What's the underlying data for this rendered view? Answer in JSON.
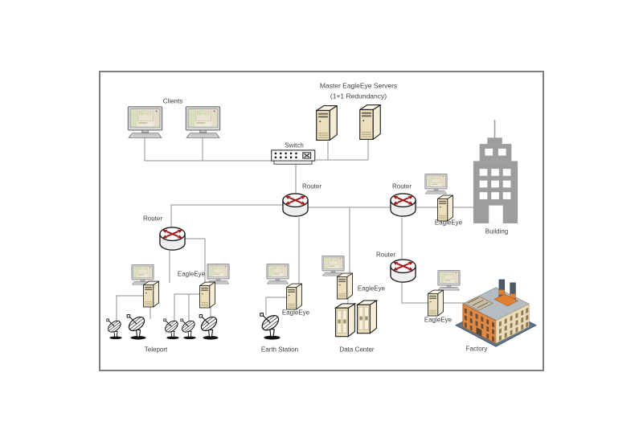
{
  "title": {
    "line1": "Master EagleEye Servers",
    "line2": "(1+1 Redundancy)"
  },
  "labels": {
    "clients": "Clients",
    "switch": "Switch",
    "router_core": "Router",
    "router_teleport": "Router",
    "router_building": "Router",
    "router_factory": "Router",
    "eagleeye_teleport": "EagleEye",
    "eagleeye_earth_station": "EagleEye",
    "eagleeye_data_center": "EagleEye",
    "eagleeye_building": "EagleEye",
    "eagleeye_factory": "EagleEye",
    "teleport": "Teleport",
    "earth_station": "Earth Station",
    "data_center": "Data Center",
    "building": "Building",
    "factory": "Factory"
  },
  "icons": [
    "desktop-computer",
    "server-tower",
    "ethernet-switch",
    "router",
    "satellite-dish",
    "server-cabinet",
    "office-building",
    "factory"
  ],
  "connections": [
    "clients - switch",
    "master servers - switch",
    "switch - core router",
    "core router - teleport router",
    "core router - building router",
    "core router - earth station eagleeye",
    "core router - data center eagleeye",
    "teleport router - teleport eagleeye units",
    "teleport eagleeye units - satellite dishes",
    "earth station eagleeye - satellite dish",
    "data center eagleeye - server cabinets",
    "building router - building eagleeye - building",
    "building router - factory router",
    "factory router - factory eagleeye - factory"
  ],
  "colors": {
    "frame": "#7f7f7f",
    "line": "#8f8f8f",
    "text": "#3f3f3f",
    "router_arrows": "#9e1b1b",
    "tower_front": "#ebdfbd",
    "tower_side": "#f4edd7",
    "building_gray": "#9d9d9d",
    "factory_orange": "#e08a45",
    "factory_base": "#5f7488"
  }
}
